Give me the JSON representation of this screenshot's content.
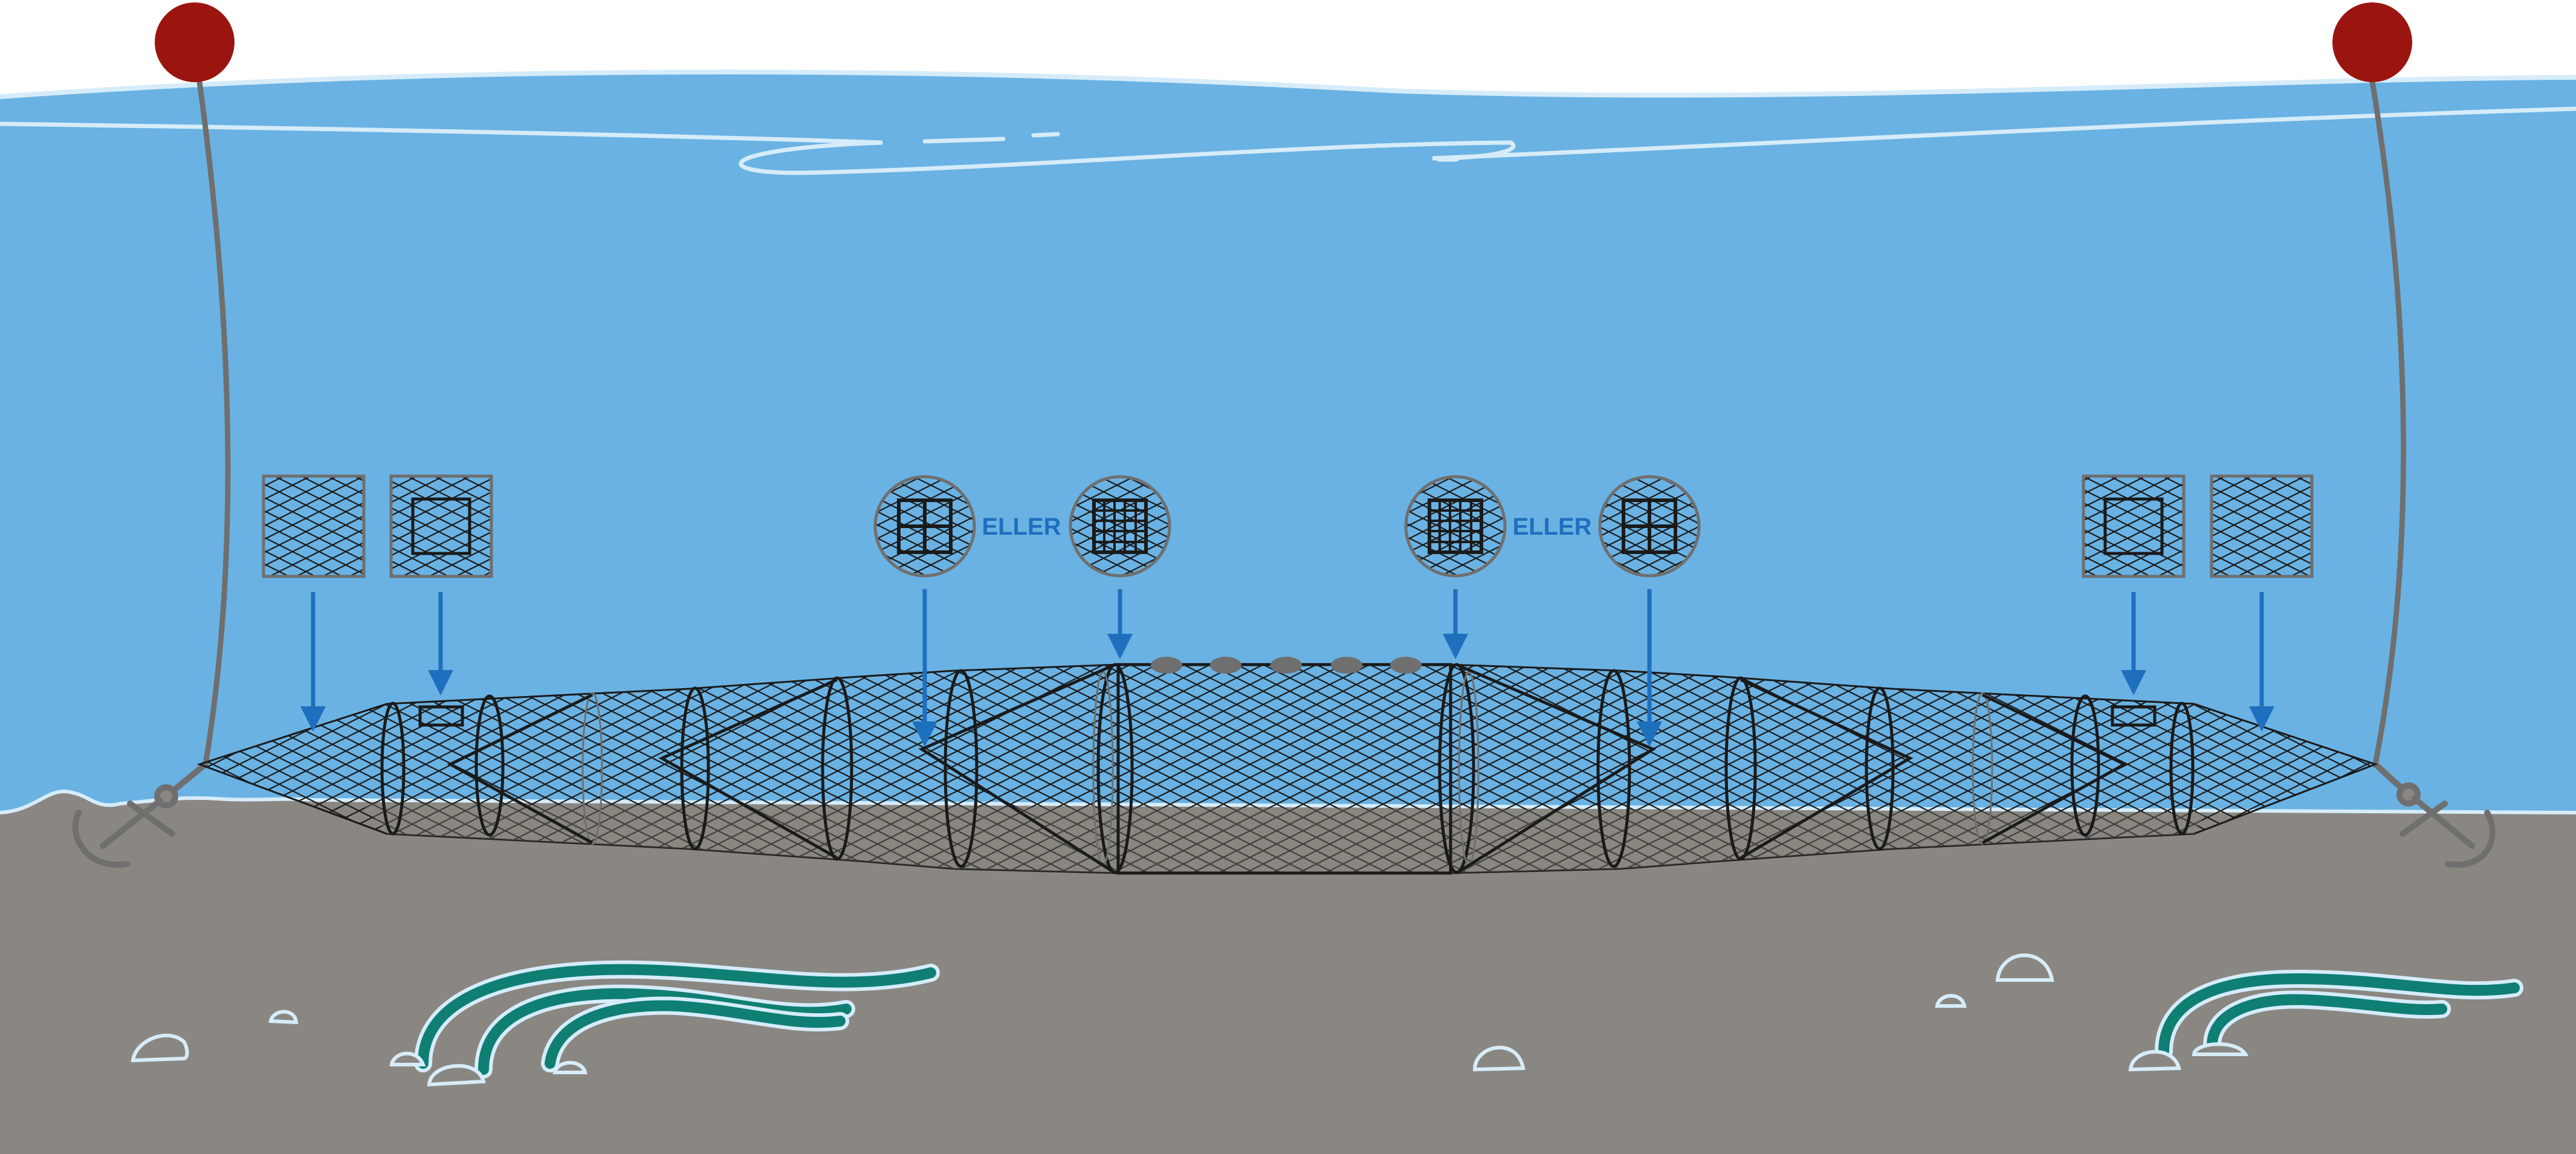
{
  "colors": {
    "sky": "#ffffff",
    "water": "#6ab2e3",
    "water_highlight": "#d6ecfa",
    "seabed": "#8a8782",
    "buoy": "#9b1510",
    "rope": "#6f6f6f",
    "net_line": "#1a1a1a",
    "arrow": "#1f6fbf",
    "label": "#1f6fbf",
    "float": "#6f6f6f",
    "eelgrass": "#0f7f74",
    "eelgrass_outline": "#d6ecfa",
    "stone_outline": "#d6ecfa"
  },
  "legend": {
    "or_label": "ELLER",
    "left_pair": [
      {
        "name": "plain-mesh",
        "icon": "mesh-square-icon"
      },
      {
        "name": "escape-window",
        "icon": "mesh-window-icon"
      }
    ],
    "center_left_pair": [
      {
        "name": "coarse-grid",
        "icon": "grid-2x2-round-icon"
      },
      {
        "name": "fine-grid",
        "icon": "grid-5x5-round-icon"
      }
    ],
    "center_right_pair": [
      {
        "name": "fine-grid",
        "icon": "grid-5x5-round-icon"
      },
      {
        "name": "coarse-grid",
        "icon": "grid-2x2-round-icon"
      }
    ],
    "right_pair": [
      {
        "name": "escape-window",
        "icon": "mesh-window-icon"
      },
      {
        "name": "plain-mesh",
        "icon": "mesh-square-icon"
      }
    ]
  },
  "elements": {
    "buoys": 2,
    "anchors": 2,
    "floats": 5,
    "net_sections_per_side": 4
  }
}
